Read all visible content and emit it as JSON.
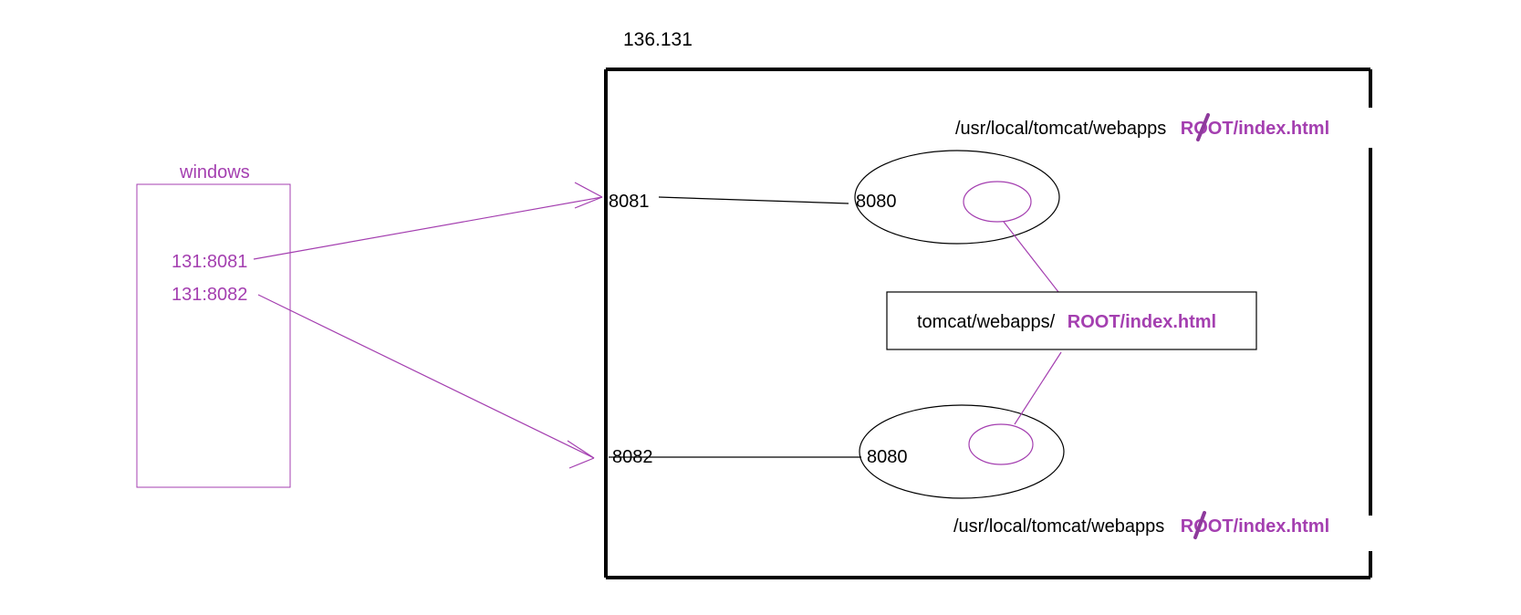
{
  "host": {
    "label": "136.131"
  },
  "client": {
    "label": "windows",
    "entries": [
      "131:8081",
      "131:8082"
    ]
  },
  "ports": {
    "host_top": "8081",
    "host_bottom": "8082",
    "container_top": "8080",
    "container_bottom": "8080"
  },
  "paths": {
    "top_prefix": "/usr/local/tomcat/webapps",
    "top_suffix": "ROOT/index.html",
    "shared_prefix": "tomcat/webapps/",
    "shared_suffix": "ROOT/index.html",
    "bottom_prefix": "/usr/local/tomcat/webapps",
    "bottom_suffix": "ROOT/index.html"
  },
  "colors": {
    "accent": "#a43fb0",
    "ink": "#000000"
  }
}
